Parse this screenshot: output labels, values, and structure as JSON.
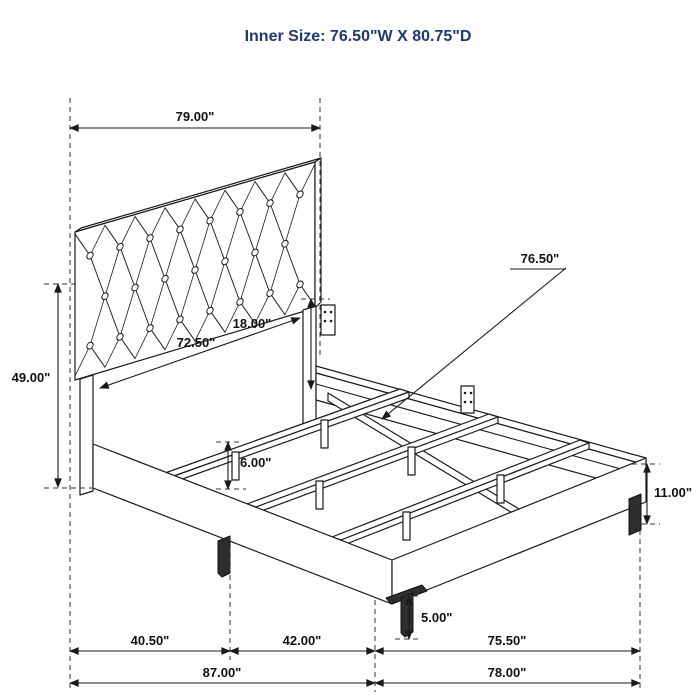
{
  "title": "Inner Size: 76.50\"W X 80.75\"D",
  "colors": {
    "title_text": "#1f3a6d",
    "line": "#1a1a1a"
  },
  "dims": {
    "width_79": "79.00\"",
    "inner_72": "72.50\"",
    "height_49": "49.00\"",
    "gap_18": "18.00\"",
    "slat_76": "76.50\"",
    "slatleg_6": "6.00\"",
    "rail_11": "11.00\"",
    "leg_5": "5.00\"",
    "span_40": "40.50\"",
    "span_42": "42.00\"",
    "span_75": "75.50\"",
    "overall_87": "87.00\"",
    "overall_78": "78.00\""
  }
}
